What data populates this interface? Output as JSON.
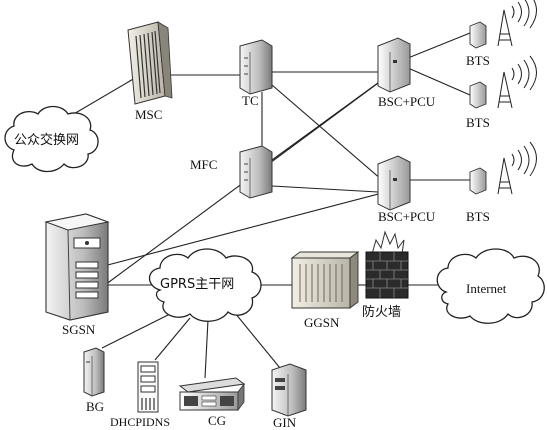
{
  "nodes": {
    "pstn": "公众交换网",
    "msc": "MSC",
    "tc": "TC",
    "mfc": "MFC",
    "bsc_top": "BSC+PCU",
    "bsc_bottom": "BSC+PCU",
    "bts_1": "BTS",
    "bts_2": "BTS",
    "bts_3": "BTS",
    "sgsn": "SGSN",
    "gprs_backbone": "GPRS主干网",
    "ggsn": "GGSN",
    "firewall": "防火墙",
    "internet": "Internet",
    "bg": "BG",
    "dhcp_dns": "DHCPIDNS",
    "cg": "CG",
    "gin": "GIN"
  },
  "icons": {
    "bts": "radio-tower-icon",
    "server": "server-icon",
    "rack": "rack-cabinet-icon",
    "cloud": "network-cloud-icon",
    "firewall": "brick-wall-fire-icon",
    "desktop": "desktop-unit-icon"
  },
  "colors": {
    "line": "#222222",
    "device_light": "#e8e8e8",
    "device_mid": "#b8b8b8",
    "device_dark": "#555555",
    "cabinet_face": "#d9d4c6"
  }
}
